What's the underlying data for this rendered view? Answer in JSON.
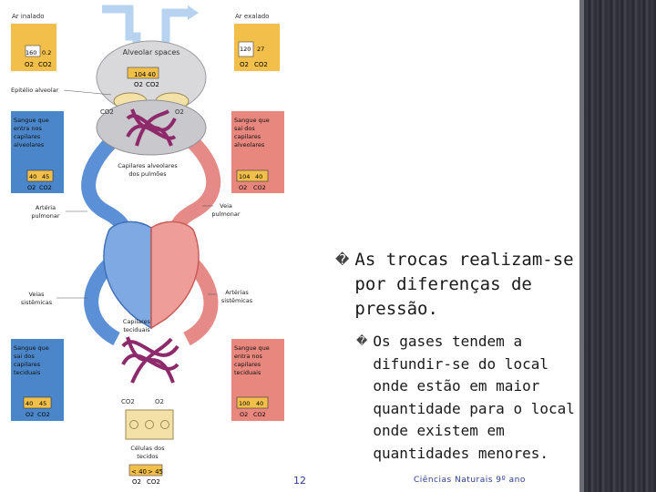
{
  "diagram": {
    "labels": {
      "ar_inalado": "Ar inalado",
      "ar_exalado": "Ar exalado",
      "alveolar_spaces": "Alveolar spaces",
      "epitelio": "Epitélio alveolar",
      "sangue_entra_alv": [
        "Sangue que",
        "entra nos",
        "capilares",
        "alveolares"
      ],
      "sangue_sai_alv": [
        "Sangue que",
        "sai dos",
        "capilares",
        "alveolares"
      ],
      "capilares_alveolares": [
        "Capilares alveolares",
        "dos pulmões"
      ],
      "arteria_pulmonar": [
        "Artéria",
        "pulmonar"
      ],
      "veia_pulmonar": [
        "Veia",
        "pulmonar"
      ],
      "veias_sistemicas": [
        "Veias",
        "sistêmicas"
      ],
      "arterias_sistemicas": [
        "Artérias",
        "sistêmicas"
      ],
      "capilares_teciduais": [
        "Capilares",
        "teciduais"
      ],
      "sangue_sai_tec": [
        "Sangue que",
        "sai dos",
        "capilares",
        "teciduais"
      ],
      "sangue_entra_tec": [
        "Sangue que",
        "entra nos",
        "capilares",
        "teciduais"
      ],
      "celulas_tecidos": [
        "Células dos",
        "tecidos"
      ]
    },
    "gas_labels": {
      "o2": "O2",
      "co2": "CO2"
    },
    "values": {
      "ar_inalado": [
        "160",
        "0.2"
      ],
      "ar_exalado": [
        "120",
        "27"
      ],
      "alveolar": [
        "104",
        "40"
      ],
      "entra_alv": [
        "40",
        "45"
      ],
      "sai_alv": [
        "104",
        "40"
      ],
      "sai_tec": [
        "40",
        "45"
      ],
      "entra_tec": [
        "100",
        "40"
      ],
      "celulas": [
        "< 40",
        "> 45"
      ]
    },
    "colors": {
      "blue_vessel": "#5b8fd6",
      "red_vessel": "#e58a86",
      "blue_box": "#4a86c9",
      "red_box": "#e8877e",
      "gold_box": "#f2c04a",
      "capillary": "#8e2a6b"
    }
  },
  "text": {
    "bullet1": "As trocas realizam-se por diferenças de pressão.",
    "bullet2": "Os gases tendem a difundir-se do local onde estão em maior quantidade para o local onde existem em quantidades menores.",
    "bullet_glyph": "�"
  },
  "footer": {
    "page_number": "12",
    "caption": "Ciências Naturais 9º ano"
  }
}
